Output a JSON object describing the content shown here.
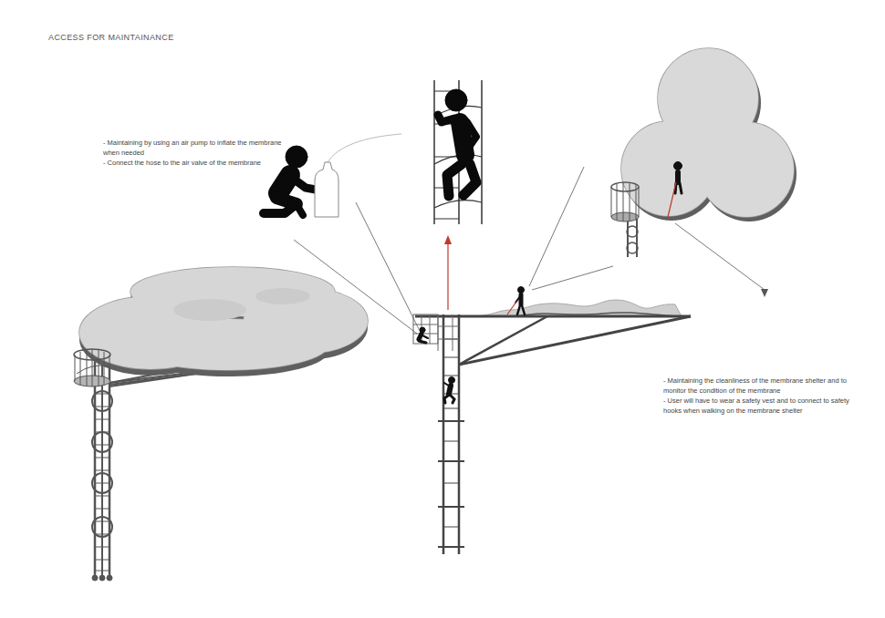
{
  "diagram": {
    "title": "ACCESS FOR MAINTAINANCE",
    "labels": [
      "- Maintaining by using an air pump to inflate the membrane when needed",
      "- Connect the hose to the air valve of the membrane",
      "- Maintaining the cleanliness of the membrane shelter and to monitor the condition of the membrane",
      "- User will have to wear a safety vest and to connect to safety hooks when walking on the membrane shelter"
    ]
  }
}
